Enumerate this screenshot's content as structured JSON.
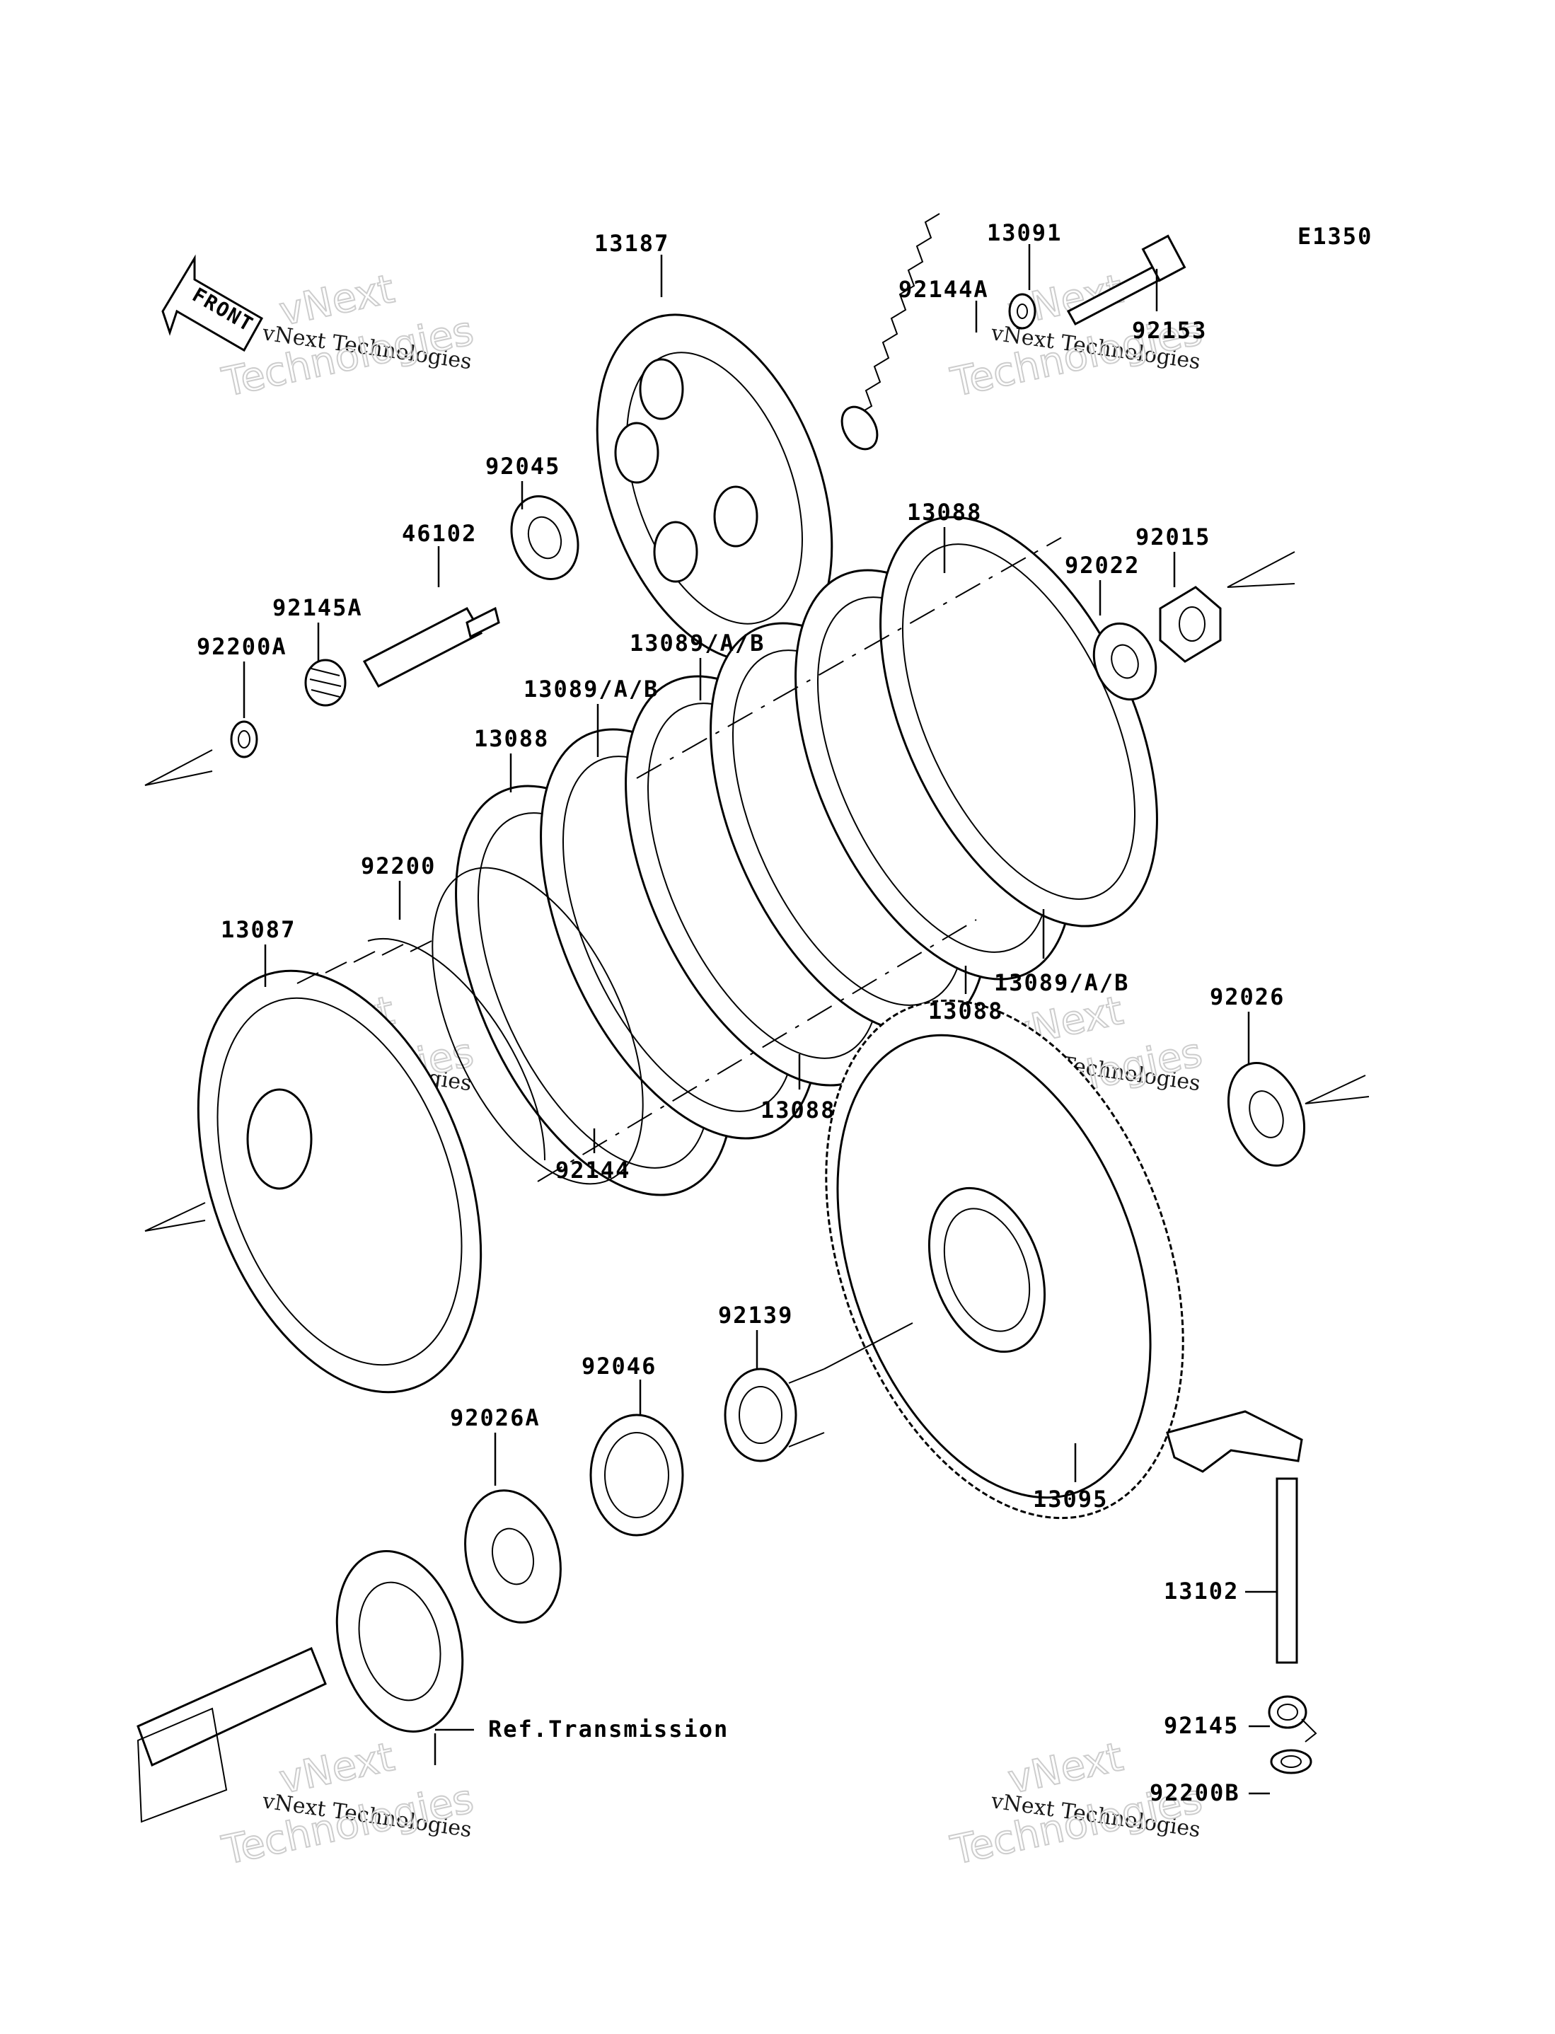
{
  "diagram_code": "E1350",
  "front_label": "FRONT",
  "watermark": {
    "line1": "vNext Technologies",
    "line2": "vNext",
    "line3": "Technologies"
  },
  "labels": {
    "p13187": "13187",
    "p13091": "13091",
    "p92144A": "92144A",
    "p92153": "92153",
    "p92045": "92045",
    "p46102": "46102",
    "p92145A": "92145A",
    "p92200A": "92200A",
    "p13088a": "13088",
    "p92022": "92022",
    "p92015": "92015",
    "p13089a": "13089/A/B",
    "p13089b": "13089/A/B",
    "p13088b": "13088",
    "p92200": "92200",
    "p13087": "13087",
    "p13089c": "13089/A/B",
    "p13088c": "13088",
    "p92026": "92026",
    "p13088d": "13088",
    "p92144": "92144",
    "p92139": "92139",
    "p92046": "92046",
    "p92026A": "92026A",
    "p13095": "13095",
    "p13102": "13102",
    "ref_transmission": "Ref.Transmission",
    "p92145": "92145",
    "p92200B": "92200B"
  }
}
